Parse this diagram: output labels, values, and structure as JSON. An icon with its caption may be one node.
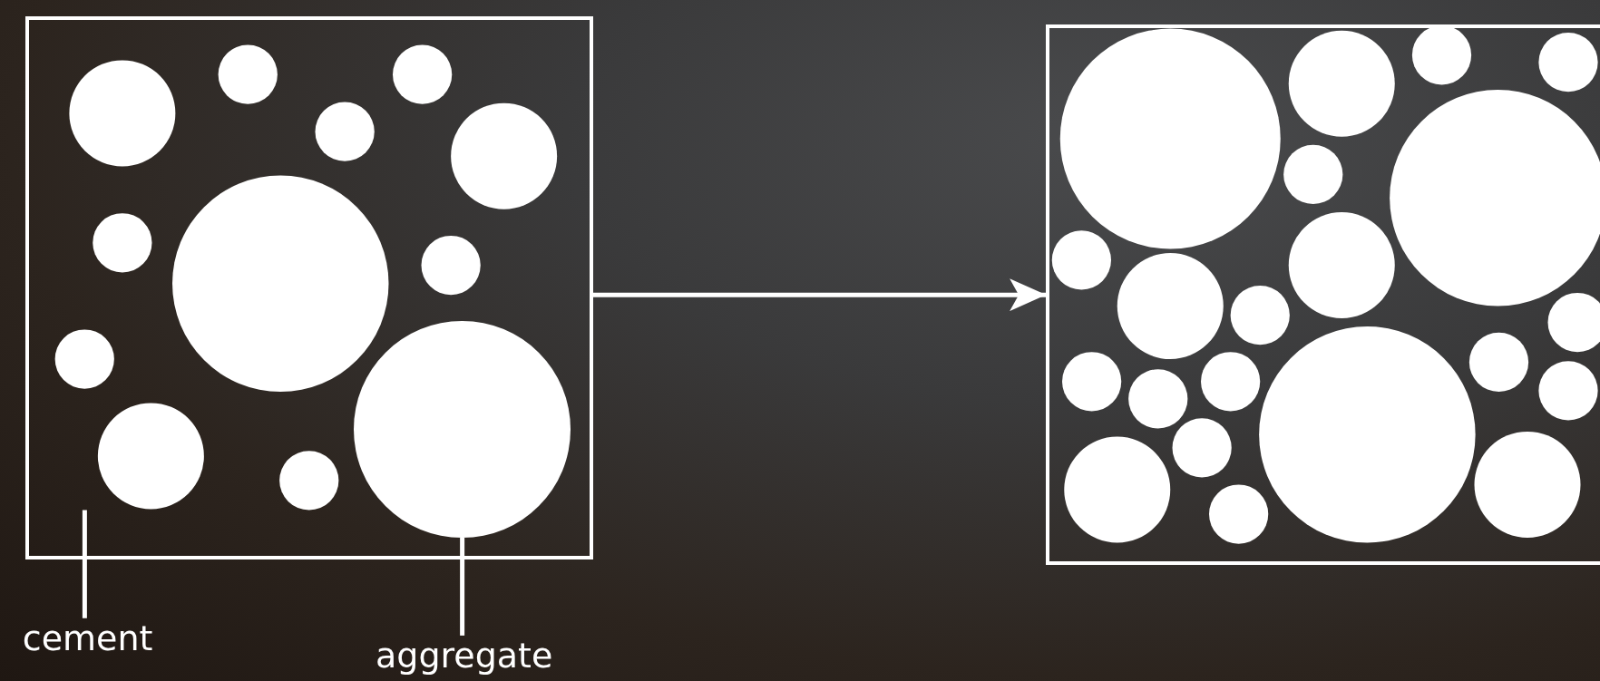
{
  "diagram": {
    "nodes": [
      {
        "text": [],
        "shape": "box"
      },
      {
        "text": [],
        "shape": "circle",
        "in": 0
      },
      {
        "text": [],
        "shape": "box"
      },
      {
        "text": [
          "cement"
        ]
      },
      {
        "text": [
          "aggregate"
        ]
      }
    ],
    "edges": [
      {
        "from": 0,
        "to": 2,
        "arrow": "to"
      },
      {
        "from": 3,
        "to": null,
        "arrow": "none"
      },
      {
        "from": 4,
        "to": 1,
        "arrow": "none"
      }
    ]
  }
}
